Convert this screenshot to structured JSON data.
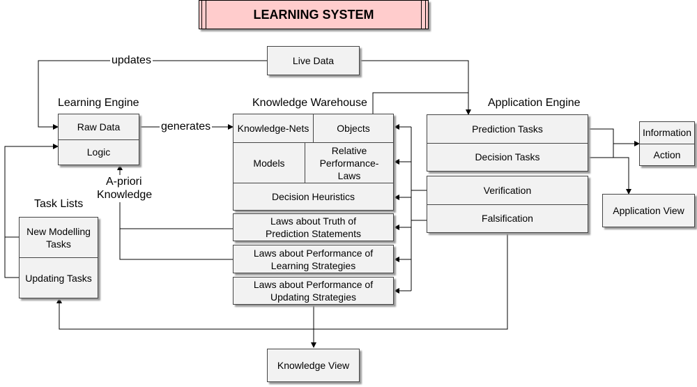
{
  "title": "LEARNING SYSTEM",
  "section_labels": {
    "learning_engine": "Learning Engine",
    "knowledge_warehouse": "Knowledge Warehouse",
    "application_engine": "Application Engine",
    "task_lists": "Task Lists"
  },
  "edge_labels": {
    "updates": "updates",
    "generates": "generates",
    "a_priori_line1": "A-priori",
    "a_priori_line2": "Knowledge"
  },
  "live_data": "Live Data",
  "learning_engine": {
    "raw_data": "Raw Data",
    "logic": "Logic"
  },
  "knowledge_warehouse": {
    "knowledge_nets": "Knowledge-Nets",
    "objects": "Objects",
    "models": "Models",
    "relative_performance_laws": "Relative Performance-Laws",
    "decision_heuristics": "Decision Heuristics",
    "laws_truth": "Laws about Truth of Prediction Statements",
    "laws_learning": "Laws about Performance of Learning Strategies",
    "laws_updating": "Laws about Performance of Updating Strategies"
  },
  "application_engine": {
    "prediction_tasks": "Prediction Tasks",
    "decision_tasks": "Decision Tasks",
    "verification": "Verification",
    "falsification": "Falsification"
  },
  "outputs": {
    "information": "Information",
    "action": "Action"
  },
  "task_lists": {
    "new_modelling_tasks": "New Modelling Tasks",
    "updating_tasks": "Updating Tasks"
  },
  "views": {
    "application_view": "Application View",
    "knowledge_view": "Knowledge View"
  }
}
